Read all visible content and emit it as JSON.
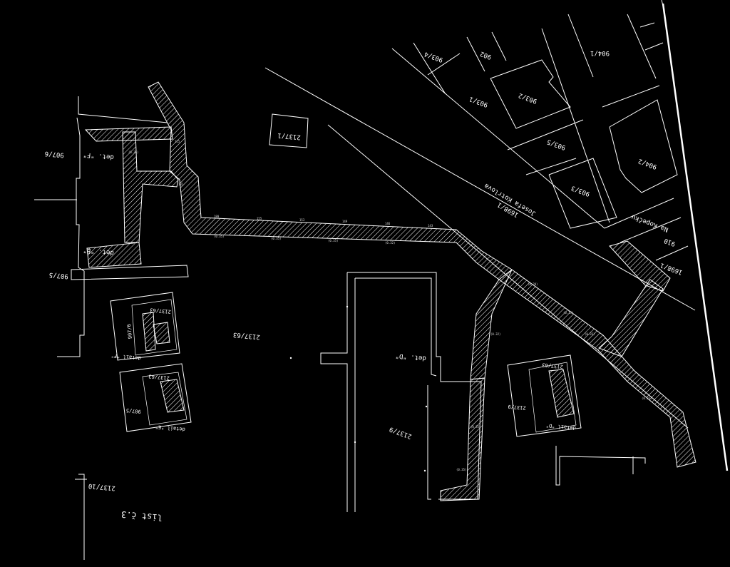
{
  "drawing": {
    "sheet_label": "list č.3",
    "street_label": "Josefa Kotrlova",
    "street_parcel": "1698/1",
    "embankment_label": "Na Kopečku",
    "parcels": {
      "p904_1": "904/1",
      "p903_4": "903/4",
      "p902": "902",
      "p903_1": "903/1",
      "p903_2": "903/2",
      "p903_5": "903/5",
      "p903_3": "903/3",
      "p904_2": "904/2",
      "p910": "910",
      "p1698_1b": "1698/1",
      "p2137_1": "2137/1",
      "p907_6": "907/6",
      "p907_5": "907/5",
      "p2137_63": "2137/63",
      "p2137_9": "2137/9",
      "p2137_10": "2137/10"
    },
    "details": {
      "det_f_top": "det. \"F\"",
      "det_e": "det. \"E\"",
      "det_d": "det. \"D\"",
      "detail_f": "detail \"F\"",
      "detail_e": "detail \"E\"",
      "detail_d": "detail \"D\"",
      "inset_parcel_a": "2137/63",
      "inset_parcel_b": "907/6",
      "inset_parcel_c": "2137/63",
      "inset_parcel_d": "907/5",
      "inset_parcel_e": "2137/63",
      "inset_parcel_f": "2137/9"
    }
  }
}
